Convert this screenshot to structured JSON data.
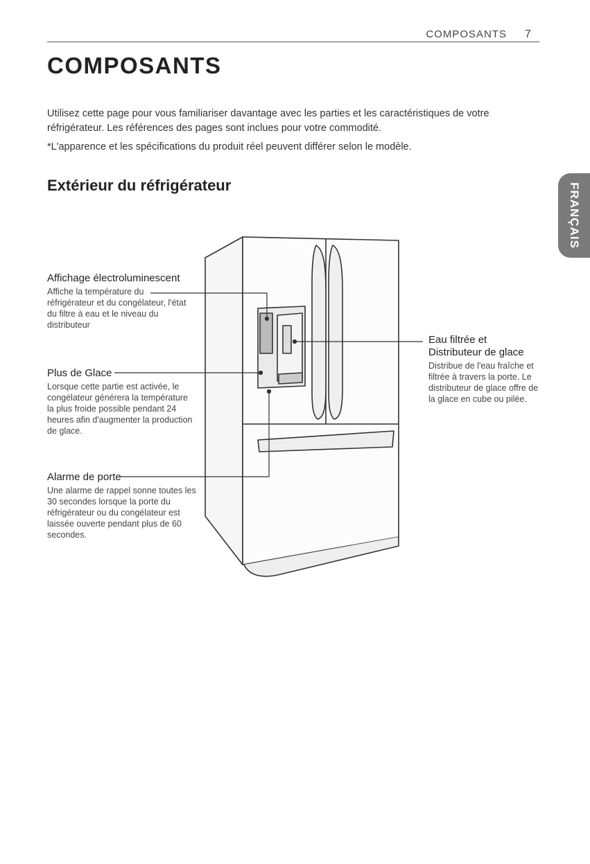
{
  "header": {
    "running_title": "COMPOSANTS",
    "page_number": "7"
  },
  "title": "COMPOSANTS",
  "intro": {
    "paragraph": "Utilisez cette page pour vous familiariser davantage avec les parties et les caractéristiques de votre réfrigérateur. Les références des pages sont inclues pour votre commodité.",
    "note": "*L'apparence et les spécifications du produit réel peuvent différer selon le modèle."
  },
  "section_title": "Extérieur du réfrigérateur",
  "language_tab": "FRANÇAIS",
  "callouts": {
    "display": {
      "title": "Affichage électroluminescent",
      "description": "Affiche la température du réfrigérateur et du congélateur, l'état du filtre à eau et le niveau du distributeur"
    },
    "ice_plus": {
      "title": "Plus de Glace",
      "description": "Lorsque cette partie est activée, le congélateur générera la température la plus froide possible pendant 24 heures afin d'augmenter la production de glace."
    },
    "door_alarm": {
      "title": "Alarme de porte",
      "description": "Une alarme de rappel sonne toutes les 30 secondes lorsque la porte du réfrigérateur ou du congélateur est laissée ouverte pendant plus de 60 secondes."
    },
    "water_dispenser": {
      "title": "Eau filtrée et Distributeur de glace",
      "description": "Distribue de l'eau fraîche et filtrée à travers la porte. Le distributeur de glace offre de la glace en cube ou pilée."
    }
  }
}
